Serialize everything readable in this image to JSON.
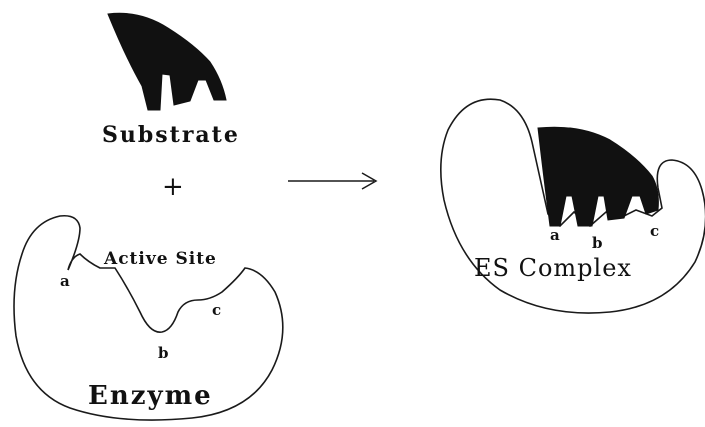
{
  "substrate": {
    "label": "Substrate",
    "color": "#111111"
  },
  "plus_sign": "+",
  "enzyme": {
    "label": "Enzyme",
    "active_site_label": "Active Site",
    "site_labels": [
      "a",
      "b",
      "c"
    ]
  },
  "es_complex": {
    "label": "ES Complex",
    "site_labels": [
      "a",
      "b",
      "c"
    ]
  },
  "arrow_icon": "right-arrow"
}
